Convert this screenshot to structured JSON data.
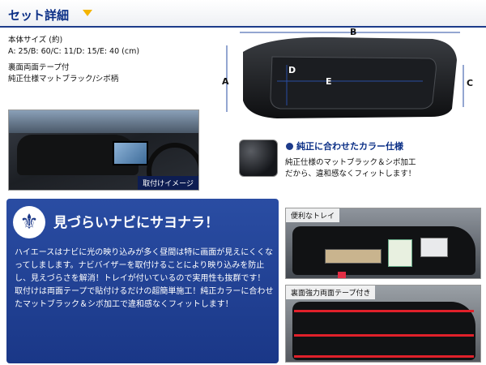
{
  "header": {
    "title": "セット詳細"
  },
  "spec": {
    "heading": "本体サイズ (約)",
    "sizes": "A: 25/B: 60/C: 11/D: 15/E: 40 (cm)",
    "line1": "裏面両面テープ付",
    "line2": "純正仕様マットブラック/シボ柄"
  },
  "diagram": {
    "label_a": "A",
    "label_b": "B",
    "label_c": "C",
    "label_d": "D",
    "label_e": "E"
  },
  "install_photo": {
    "caption": "取付けイメージ"
  },
  "feature": {
    "heading": "純正に合わせたカラー仕様",
    "line1": "純正仕様のマットブラック＆シボ加工",
    "line2": "だから、違和感なくフィットします！"
  },
  "promo": {
    "heading": "見づらいナビにサヨナラ！",
    "body1": "ハイエースはナビに光の映り込みが多く昼間は特に画面が見えにくくなってしまします。ナビバイザーを取付けることにより映り込みを防止し、見えづらさを解消！トレイが付いているので実用性も抜群です！",
    "body2": "取付けは両面テープで貼付けるだけの超簡単施工！純正カラーに合わせたマットブラック＆シボ加工で違和感なくフィットします！"
  },
  "photo_tray": {
    "caption": "便利なトレイ"
  },
  "photo_tape": {
    "caption": "裏面強力両面テープ付き"
  },
  "colors": {
    "accent": "#1a3787",
    "header_text": "#0b2f86",
    "arrow": "#f4b400",
    "tape": "#e0202a"
  }
}
